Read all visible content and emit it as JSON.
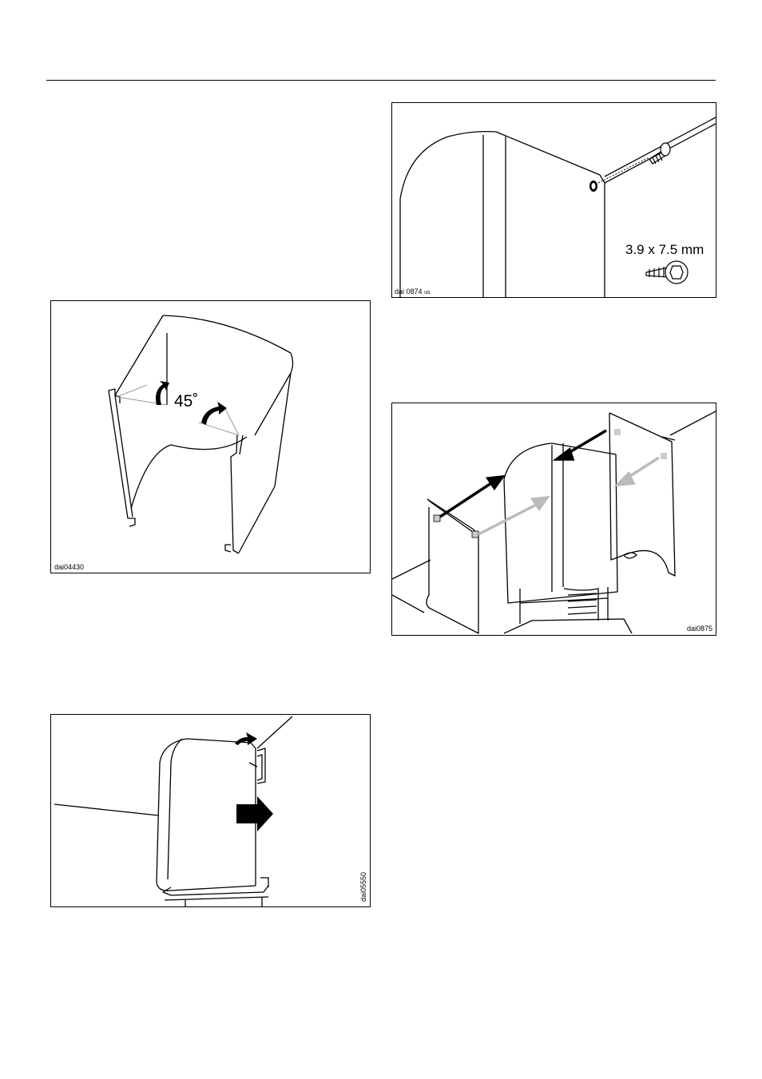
{
  "figures": {
    "fig1": {
      "code": "dai04430",
      "angle_label": "45˚"
    },
    "fig2": {
      "code": "dai05550"
    },
    "fig3": {
      "code": "dai 0874",
      "code_suffix": "us",
      "screw_size": "3.9 x 7.5  mm"
    },
    "fig4": {
      "code": "dai0875"
    }
  }
}
